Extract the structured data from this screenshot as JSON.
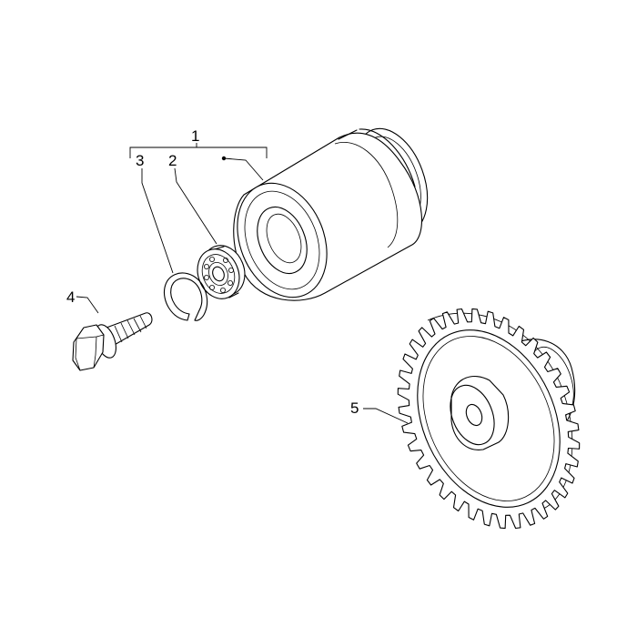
{
  "figure": {
    "kind": "exploded parts diagram",
    "colors": {
      "ink": "#000000",
      "paper": "#ffffff"
    }
  },
  "callouts": [
    {
      "id": "callout-1",
      "text": "1"
    },
    {
      "id": "callout-2",
      "text": "2"
    },
    {
      "id": "callout-3",
      "text": "3"
    },
    {
      "id": "callout-4",
      "text": "4"
    },
    {
      "id": "callout-5",
      "text": "5"
    }
  ]
}
